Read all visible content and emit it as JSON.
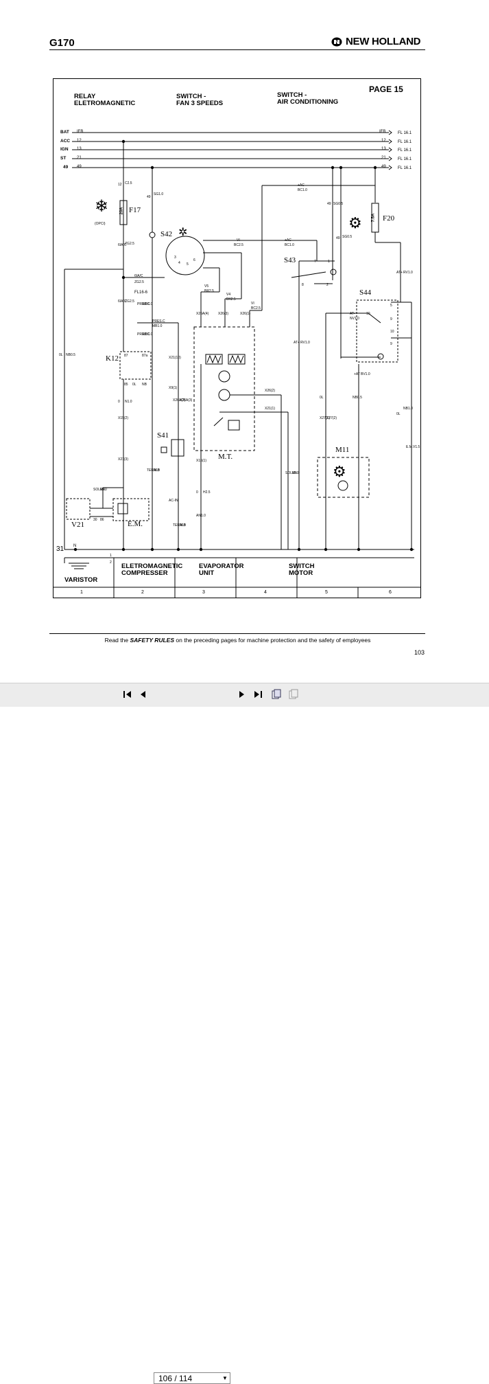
{
  "header": {
    "model": "G170",
    "brand": "NEW HOLLAND"
  },
  "page_label": "PAGE 15",
  "titles": [
    "RELAY\nELETROMAGNETIC",
    "SWITCH -\nFAN 3 SPEEDS",
    "SWITCH -\nAIR CONDITIONING"
  ],
  "bus_lines": [
    {
      "name": "BAT",
      "start": "IFB",
      "end": "IFB",
      "dest": "FL 16.1"
    },
    {
      "name": "ACC",
      "start": "12",
      "end": "12",
      "dest": "FL 16.1"
    },
    {
      "name": "IGN",
      "start": "13",
      "end": "13",
      "dest": "FL 16.1"
    },
    {
      "name": "ST",
      "start": "21",
      "end": "21",
      "dest": "FL 16.1"
    },
    {
      "name": "49",
      "start": "49",
      "end": "49",
      "dest": "FL 16.1"
    }
  ],
  "components": {
    "f17": "F17",
    "fuse_20a": "20A",
    "opci": "(OPCI)",
    "s42": "S42",
    "s43": "S43",
    "f20": "F20",
    "fuse_75a": "7.5A",
    "s44": "S44",
    "k12": "K12",
    "s41": "S41",
    "mt": "M.T.",
    "m11": "M11",
    "v21": "V21",
    "em": "E.M.",
    "fl16_6": "FL16-6",
    "ground_31": "31",
    "ground_n": "N"
  },
  "wire_labels": [
    "12",
    "C2.5",
    "49",
    "SG1.0",
    "+AC",
    "BC1.0",
    "49",
    "SG0.5",
    "49",
    "SG0.5",
    "VI",
    "BC2.5",
    "+AC",
    "BC1.0",
    "6IA/C",
    "ZG2.5",
    "6IA/C",
    "ZG2.5",
    "V5",
    "BR2.5",
    "V4",
    "BK2.5",
    "VI",
    "BC2.5",
    "6IA/C",
    "ZG2.5",
    "PRES.C",
    "MB1.0",
    "PRES.C",
    "MB1.0",
    "PRES.C",
    "MB1.0",
    "X26A(2)",
    "X26A(3)",
    "X26A(4)",
    "X26(3)",
    "X26(1)",
    "X26(2)",
    "X21(1)",
    "X15(1)",
    "X21(10)",
    "X9(1)",
    "X15(2)",
    "X21(3)",
    "AC-IN",
    "AN1.0",
    "AT+",
    "RV1.0",
    "AT-",
    "NV1.0",
    "+AT",
    "BV1.0",
    "AT+",
    "RV1.0",
    "X27(1)",
    "X27(2)",
    "0L",
    "NB0.5",
    "0L",
    "NB1.0",
    "0L",
    "NB0.5",
    "E.M.",
    "V1.5",
    "0",
    "N1.0",
    "TERM.B",
    "AI.0",
    "TERM.B",
    "AI.0",
    "0",
    "H2.5",
    "SOLEN.",
    "MI.0",
    "SOLEN.",
    "MI.0",
    "30",
    "86",
    "87",
    "87a",
    "85",
    "0L",
    "NB",
    "1",
    "2",
    "3",
    "4",
    "5",
    "6",
    "7",
    "8",
    "9",
    "10",
    "1",
    "2",
    "5",
    "9",
    "10"
  ],
  "bottom_labels": [
    "VARISTOR",
    "ELETROMAGNETIC\nCOMPRESSER",
    "EVAPORATOR\nUNIT",
    "SWITCH\nMOTOR"
  ],
  "grid_numbers": [
    "1",
    "2",
    "3",
    "4",
    "5",
    "6"
  ],
  "footer": {
    "prefix": "Read the",
    "emphasis": "SAFETY RULES",
    "suffix": "on the preceding pages for machine protection and the safety of employees",
    "page_number": "103"
  },
  "toolbar": {
    "page_indicator": "106 / 114",
    "icons": [
      "first-page-icon",
      "previous-page-icon",
      "next-page-icon",
      "last-page-icon",
      "single-page-view-icon",
      "two-page-view-icon"
    ]
  }
}
